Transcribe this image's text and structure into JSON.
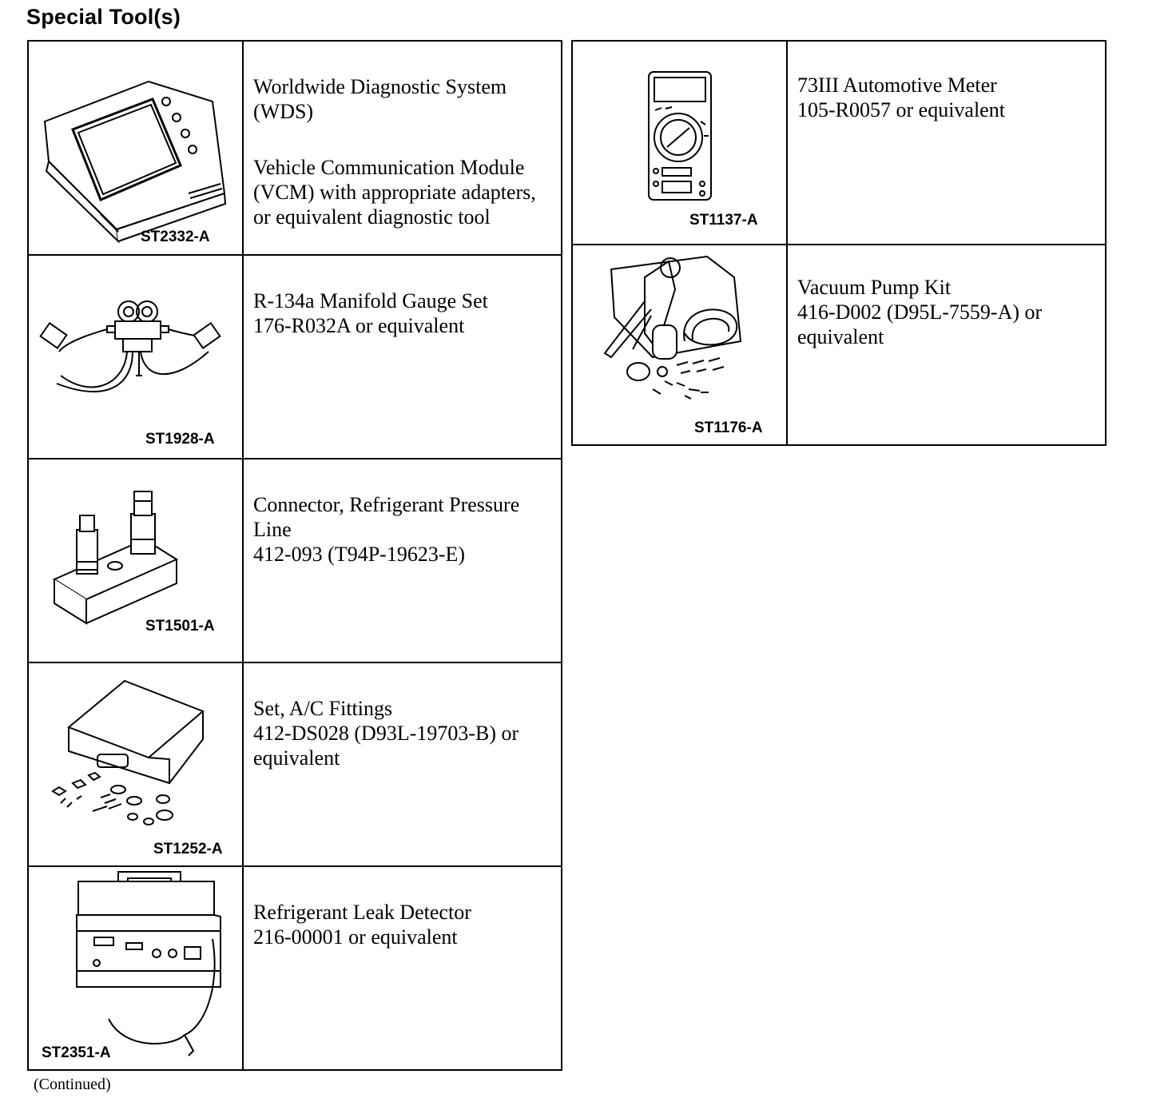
{
  "page": {
    "heading": "Special Tool(s)",
    "footer": "(Continued)"
  },
  "tools_left": [
    {
      "code": "ST2332-A",
      "icon": "diagnostic-tablet-icon",
      "lines": [
        "Worldwide Diagnostic System (WDS)",
        "Vehicle Communication Module (VCM) with appropriate adapters, or equivalent diagnostic tool"
      ]
    },
    {
      "code": "ST1928-A",
      "icon": "manifold-gauge-icon",
      "lines": [
        "R-134a Manifold Gauge Set\n176-R032A or equivalent"
      ]
    },
    {
      "code": "ST1501-A",
      "icon": "pressure-connector-icon",
      "lines": [
        "Connector, Refrigerant Pressure Line\n412-093 (T94P-19623-E)"
      ]
    },
    {
      "code": "ST1252-A",
      "icon": "fittings-case-icon",
      "lines": [
        "Set, A/C Fittings\n412-DS028 (D93L-19703-B) or equivalent"
      ]
    },
    {
      "code": "ST2351-A",
      "icon": "leak-detector-icon",
      "lines": [
        "Refrigerant Leak Detector\n216-00001 or equivalent"
      ]
    }
  ],
  "tools_right": [
    {
      "code": "ST1137-A",
      "icon": "multimeter-icon",
      "lines": [
        "73III Automotive Meter\n105-R0057 or equivalent"
      ]
    },
    {
      "code": "ST1176-A",
      "icon": "vacuum-pump-icon",
      "lines": [
        "Vacuum Pump Kit\n416-D002 (D95L-7559-A) or equivalent"
      ]
    }
  ]
}
